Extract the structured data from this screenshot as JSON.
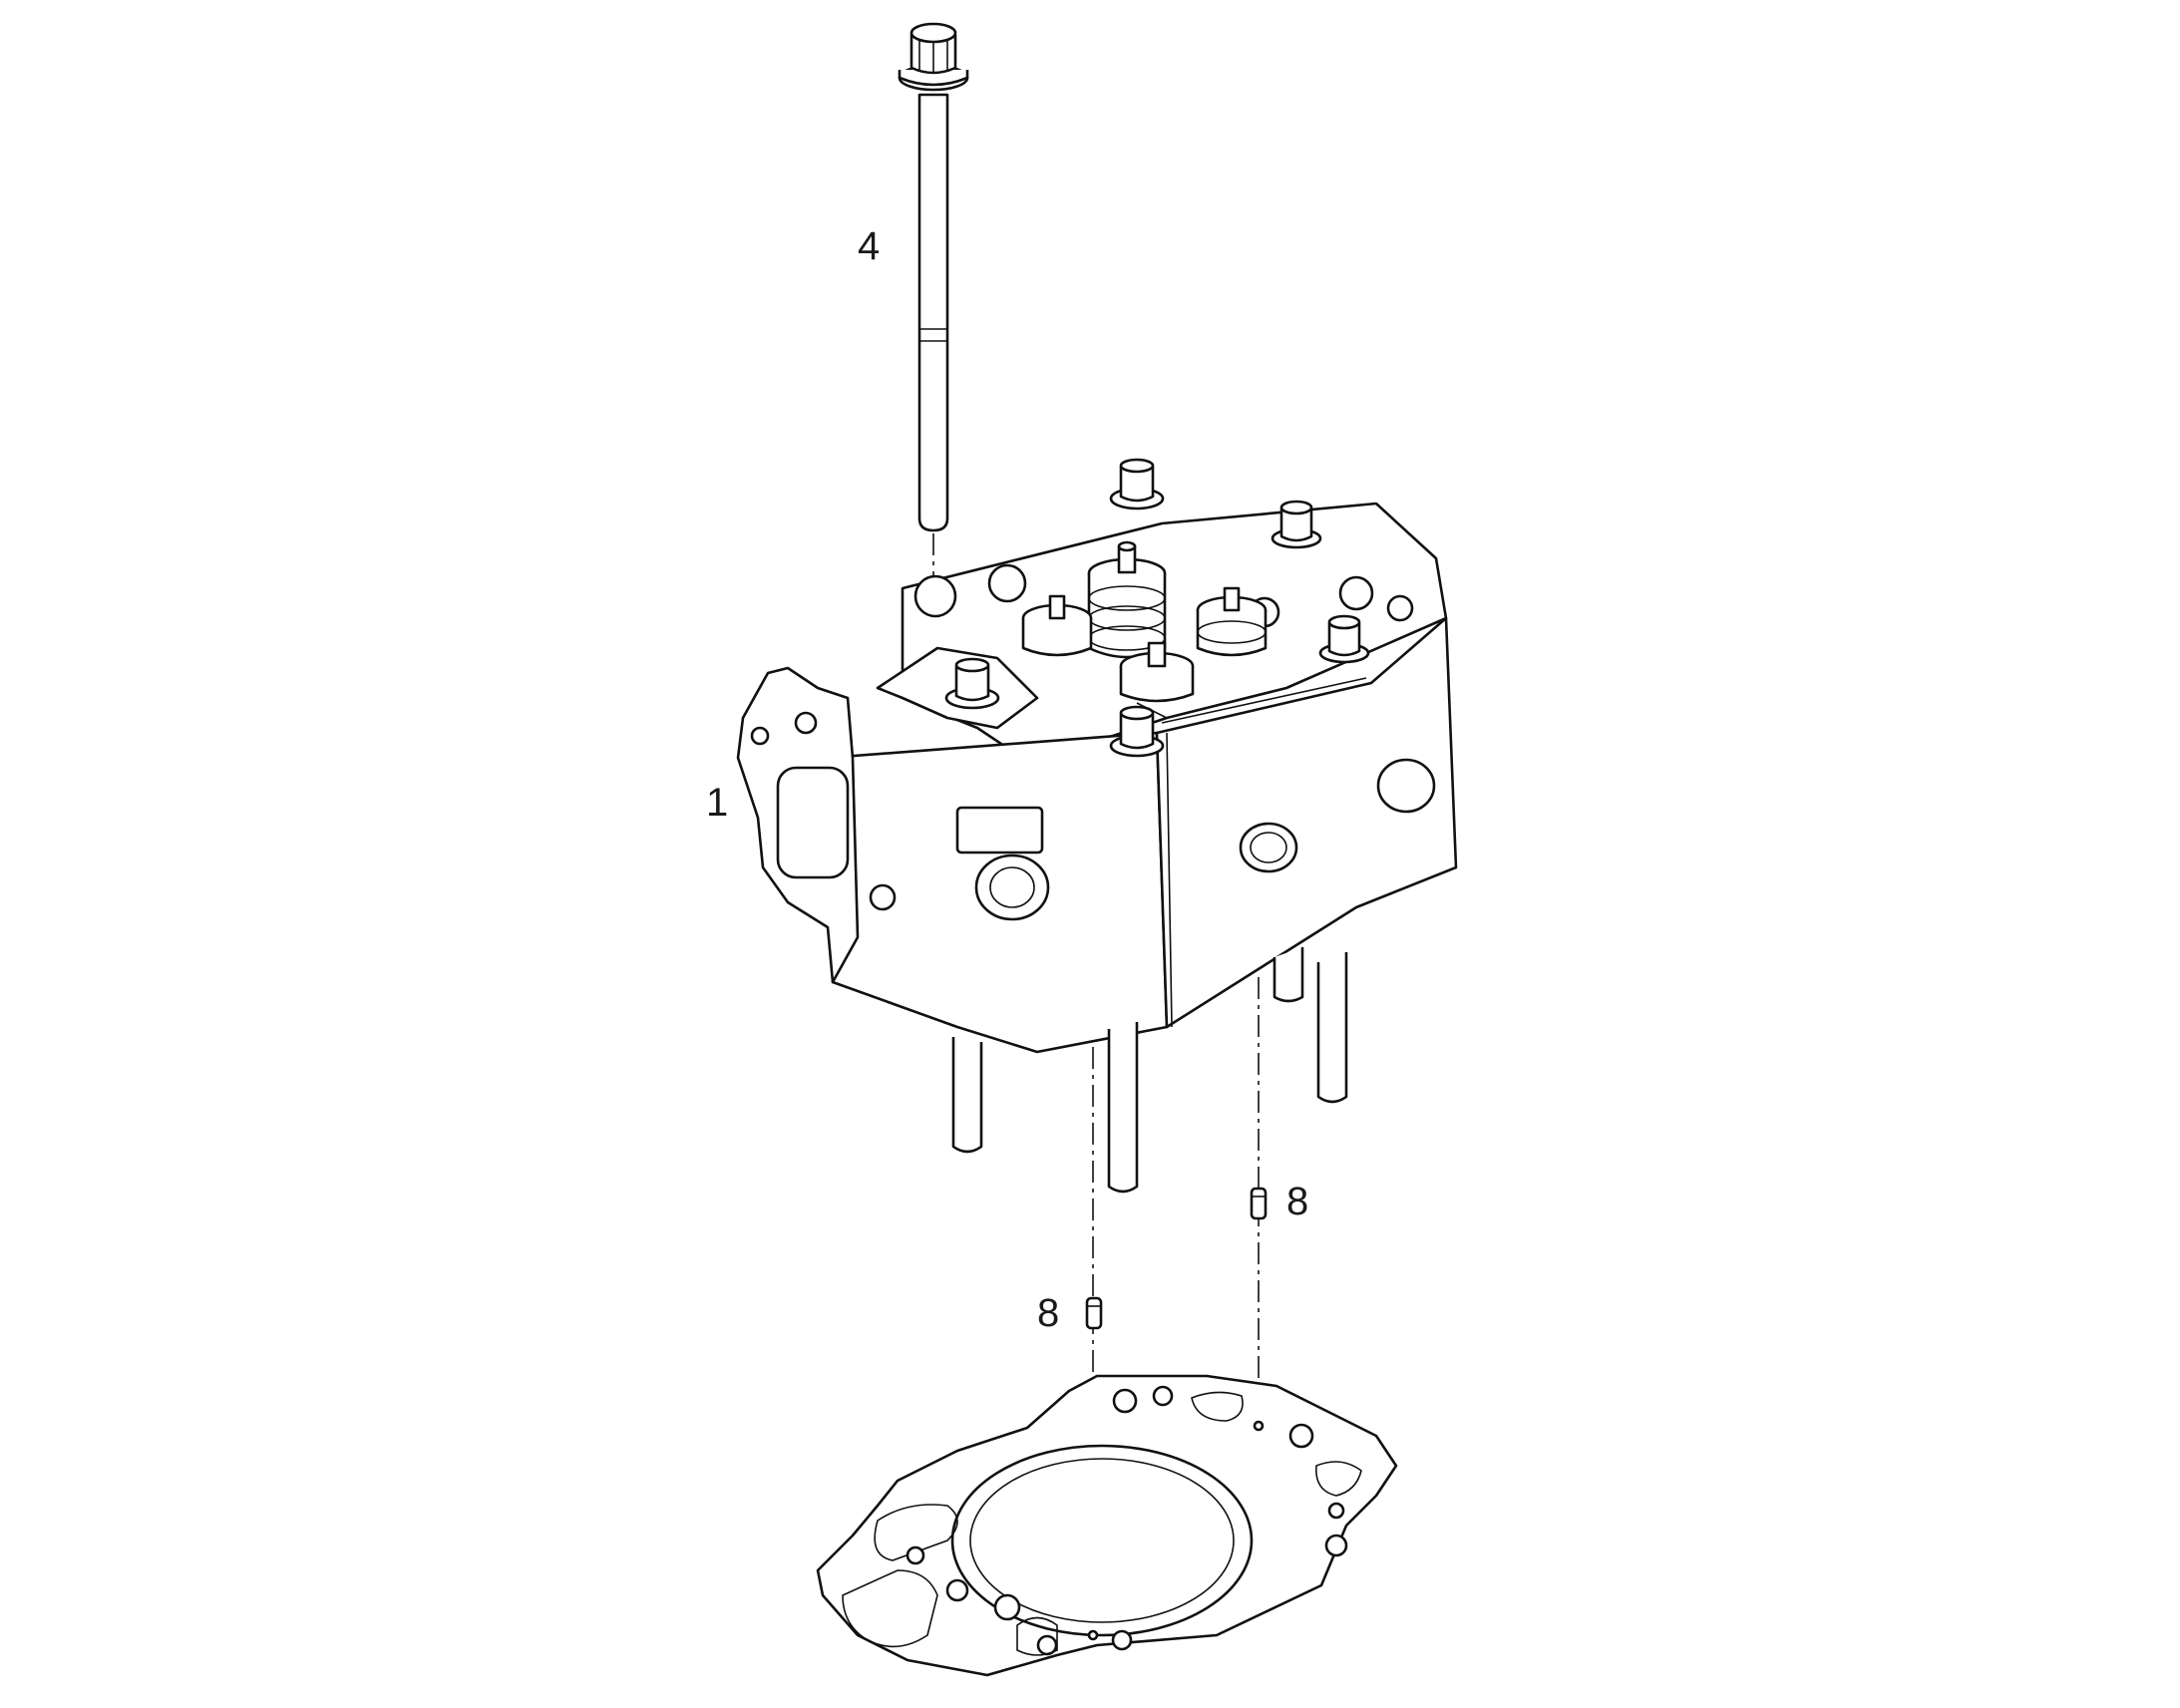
{
  "callouts": [
    {
      "id": "bolt",
      "label": "4"
    },
    {
      "id": "head",
      "label": "1"
    },
    {
      "id": "dowel_right",
      "label": "8"
    },
    {
      "id": "dowel_left",
      "label": "8"
    }
  ],
  "colors": {
    "line": "#111111",
    "background": "#ffffff"
  }
}
